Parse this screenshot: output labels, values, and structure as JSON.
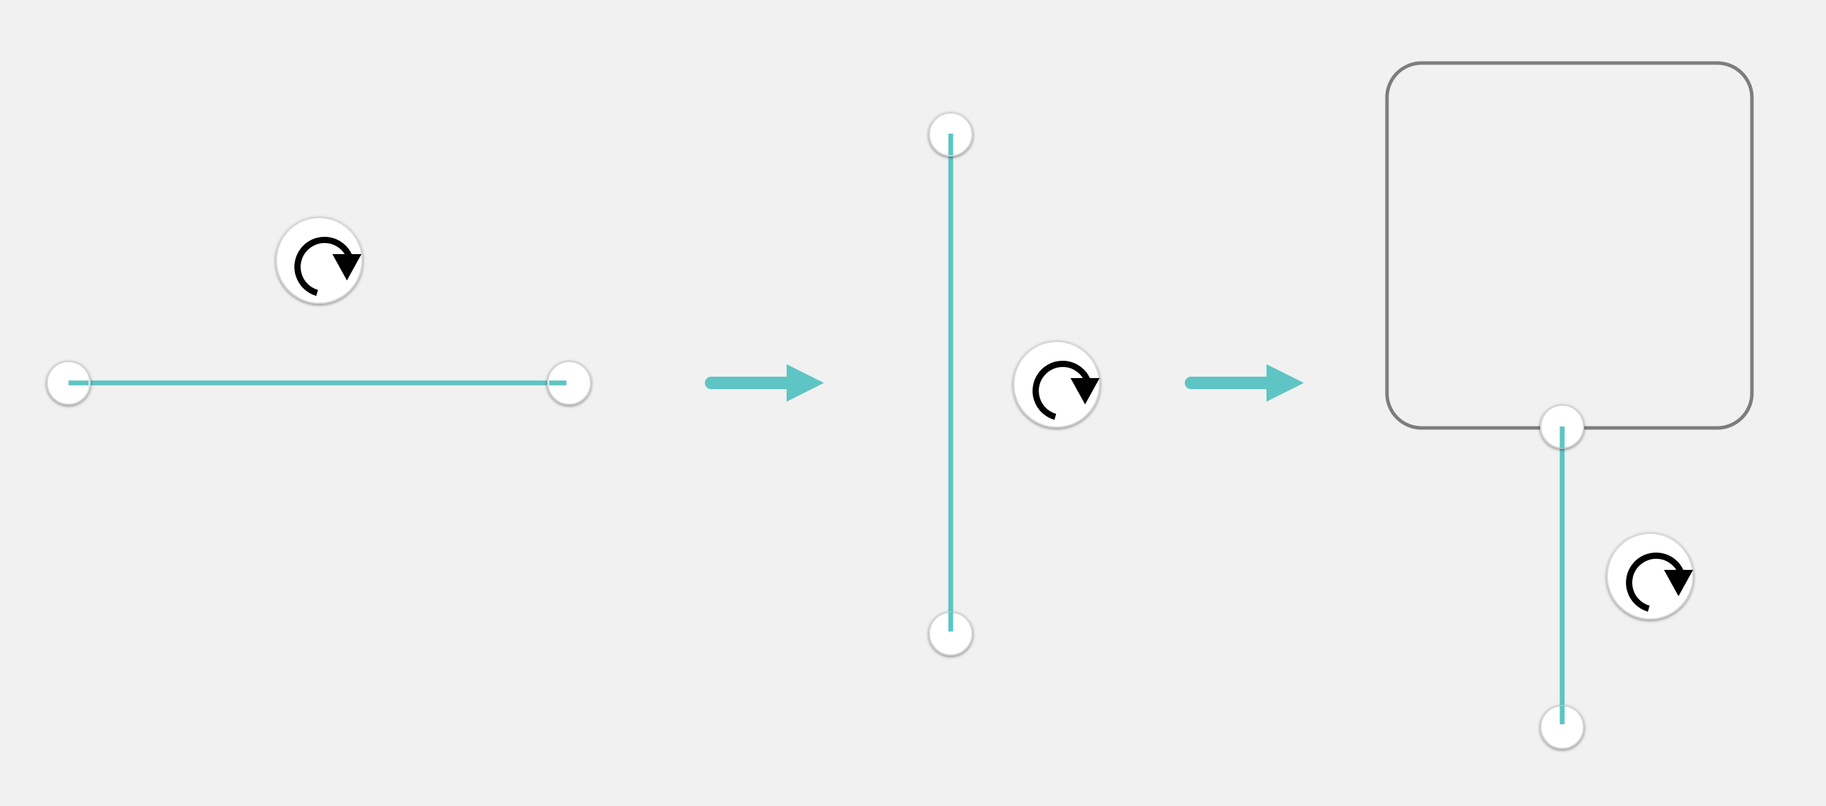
{
  "diagram": {
    "background_color": "#f1f1f1",
    "connector_color": "#5ec4c4",
    "shape_border_color": "#7d7d80",
    "handle_fill_color": "#ffffff",
    "rotate_icon_color": "#000000",
    "steps": [
      {
        "id": "horizontal-connector",
        "orientation": "horizontal",
        "icon": "rotate-clockwise-icon"
      },
      {
        "id": "vertical-connector",
        "orientation": "vertical",
        "icon": "rotate-clockwise-icon"
      },
      {
        "id": "connector-attached-to-shape",
        "orientation": "vertical",
        "attached_to": "rounded-rectangle",
        "icon": "rotate-clockwise-icon"
      }
    ],
    "transition_icon": "right-arrow-icon"
  }
}
